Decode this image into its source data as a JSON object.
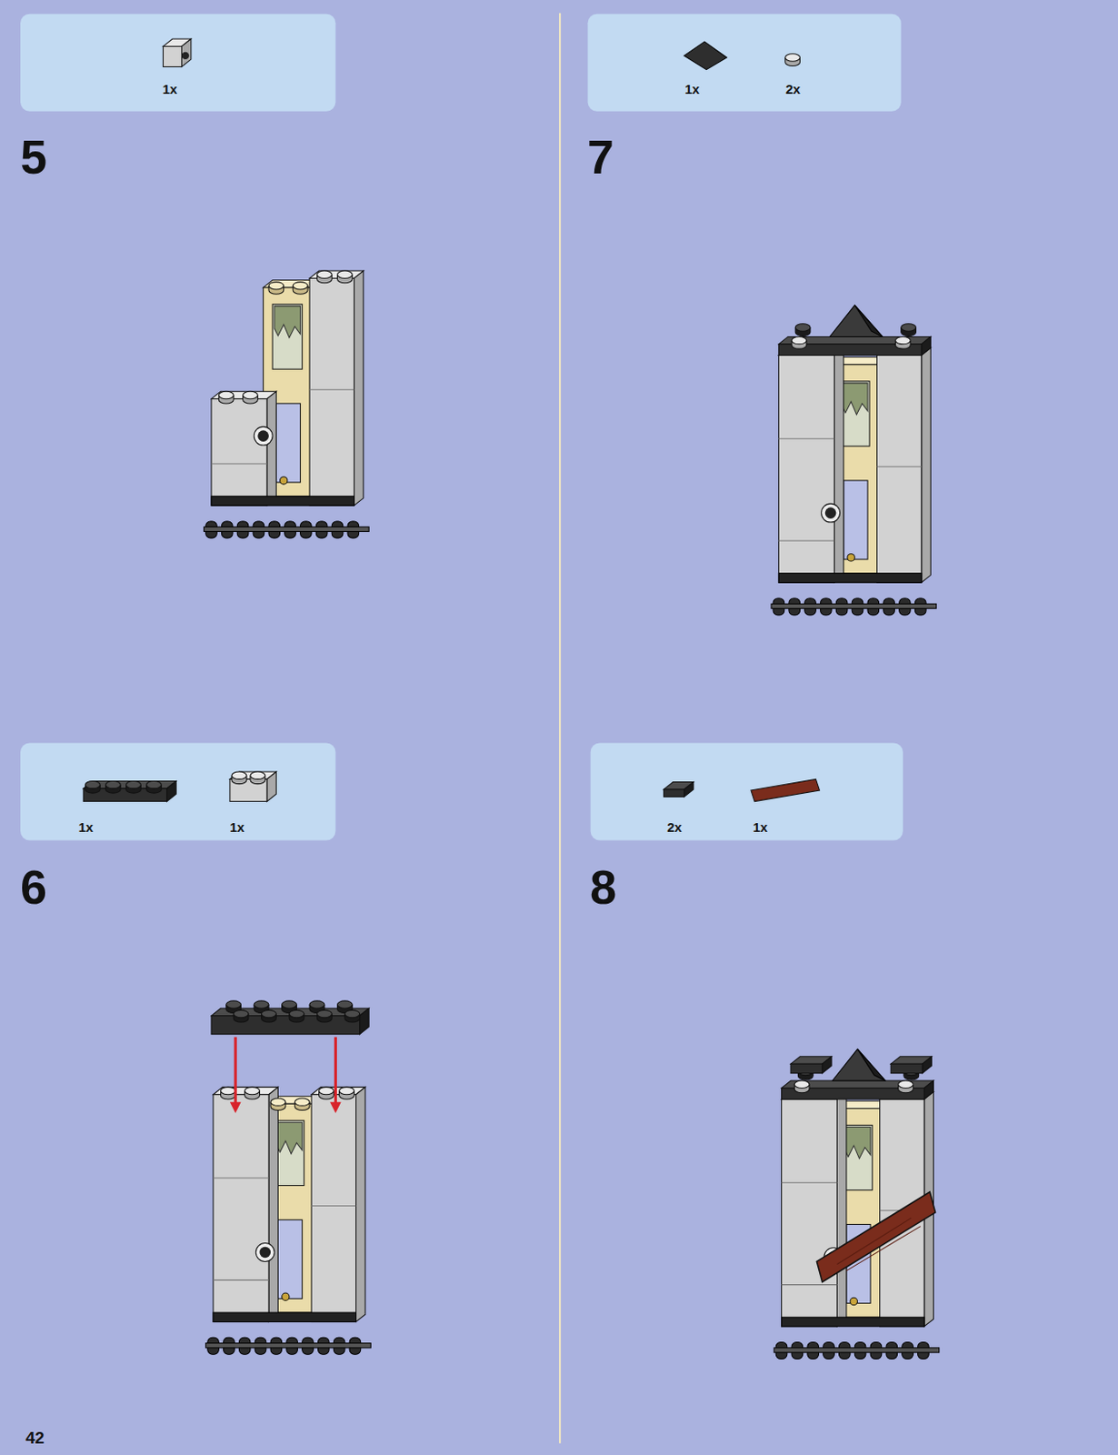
{
  "diagram": {
    "nodes": [
      {
        "text": [
          "1x"
        ]
      },
      {
        "text": [
          "1x",
          "2x"
        ]
      },
      {
        "text": [
          "1x",
          "1x"
        ]
      },
      {
        "text": [
          "2x",
          "1x"
        ]
      }
    ],
    "labels": [
      "5",
      "7",
      "6",
      "8",
      "42"
    ]
  }
}
